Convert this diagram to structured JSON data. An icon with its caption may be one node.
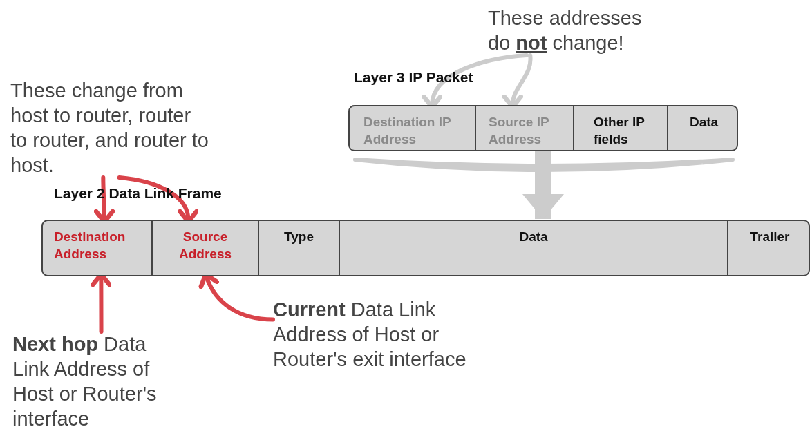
{
  "diagram": {
    "nodes": [
      {
        "text": [
          "Layer 3 IP Packet"
        ]
      },
      {
        "text": [
          "Destination IP Address"
        ],
        "in": 0
      },
      {
        "text": [
          "Source IP Address"
        ],
        "in": 0
      },
      {
        "text": [
          "Other IP fields"
        ],
        "in": 0
      },
      {
        "text": [
          "Data"
        ],
        "in": 0
      },
      {
        "text": [
          "Layer 2 Data Link Frame"
        ]
      },
      {
        "text": [
          "Destination Address"
        ],
        "in": 5
      },
      {
        "text": [
          "Source Address"
        ],
        "in": 5
      },
      {
        "text": [
          "Type"
        ],
        "in": 5
      },
      {
        "text": [
          "Data"
        ],
        "in": 5
      },
      {
        "text": [
          "Trailer"
        ],
        "in": 5
      },
      {
        "text": [
          "These addresses do **not** change!"
        ]
      },
      {
        "text": [
          "These change from host to router, router to router, and router to host."
        ]
      },
      {
        "text": [
          "**Next hop** Data Link Address of Host or Router's interface"
        ]
      },
      {
        "text": [
          "**Current** Data Link Address of Host or Router's exit interface"
        ]
      }
    ],
    "edges": [
      {
        "from": 11,
        "to": 1,
        "arrow": "to",
        "color": "#cccccc"
      },
      {
        "from": 11,
        "to": 2,
        "arrow": "to",
        "color": "#cccccc"
      },
      {
        "from": 0,
        "to": 5,
        "arrow": "to",
        "style": "thick",
        "color": "#cccccc"
      },
      {
        "from": 12,
        "to": 6,
        "arrow": "to"
      },
      {
        "from": 12,
        "to": 7,
        "arrow": "to"
      },
      {
        "from": 13,
        "to": 6,
        "arrow": "to"
      },
      {
        "from": 14,
        "to": 7,
        "arrow": "to"
      }
    ]
  }
}
